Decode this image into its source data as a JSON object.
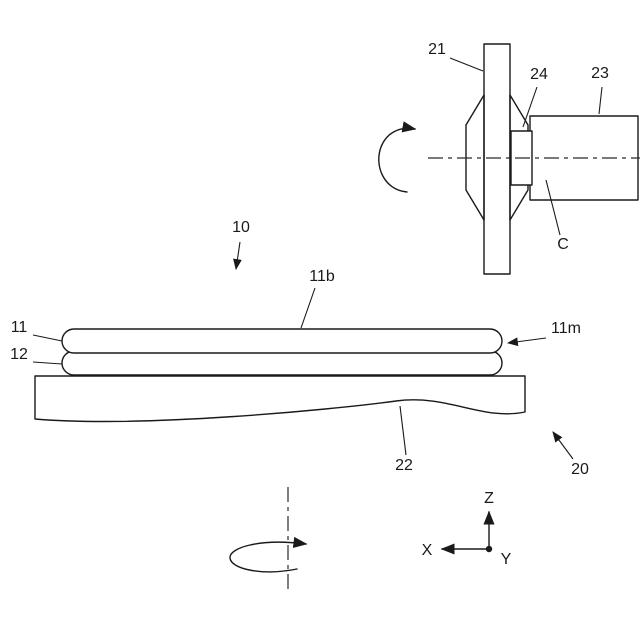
{
  "figure": {
    "kind": "patent-technical-drawing",
    "background_color": "#ffffff",
    "ink_color": "#1a1a1a",
    "wheel_fill_color": "#e8e6e2",
    "wheel_dot_color": "#6b6b6b"
  },
  "labels": {
    "grinding_wheel": "21",
    "wheel_mount": "24",
    "spindle": "23",
    "spindle_axis": "C",
    "workpiece": "10",
    "wafer_top": "11",
    "wafer_top_surface": "11b",
    "wafer_edge": "11m",
    "wafer_bottom": "12",
    "table_surface": "22",
    "chuck_table": "20",
    "axis_x": "X",
    "axis_y": "Y",
    "axis_z": "Z"
  }
}
